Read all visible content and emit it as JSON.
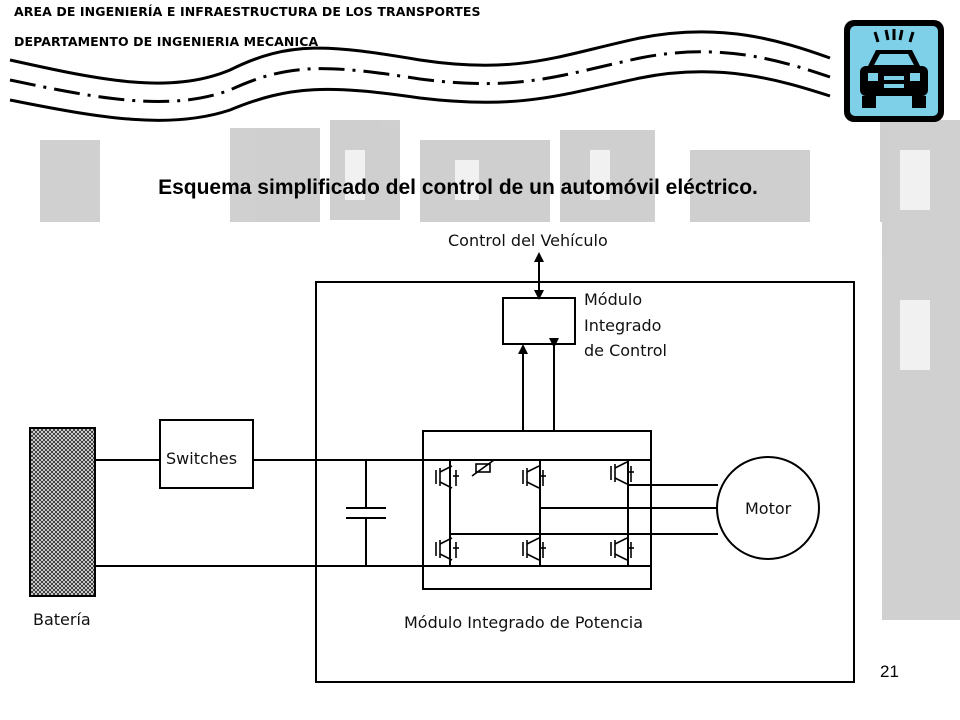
{
  "header": {
    "line1": "AREA DE INGENIERÍA E INFRAESTRUCTURA DE LOS TRANSPORTES",
    "line2": "DEPARTAMENTO DE INGENIERIA MECANICA",
    "logo_icon": "car-warning-icon",
    "logo_color": "#7ecfe8"
  },
  "slide": {
    "title": "Esquema simplificado del control de un automóvil eléctrico.",
    "page_number": "21"
  },
  "diagram": {
    "vehicle_control": "Control del Vehículo",
    "control_module": [
      "Módulo",
      "Integrado",
      "de Control"
    ],
    "switches": "Switches",
    "battery": "Batería",
    "motor": "Motor",
    "power_module": "Módulo Integrado de Potencia"
  }
}
